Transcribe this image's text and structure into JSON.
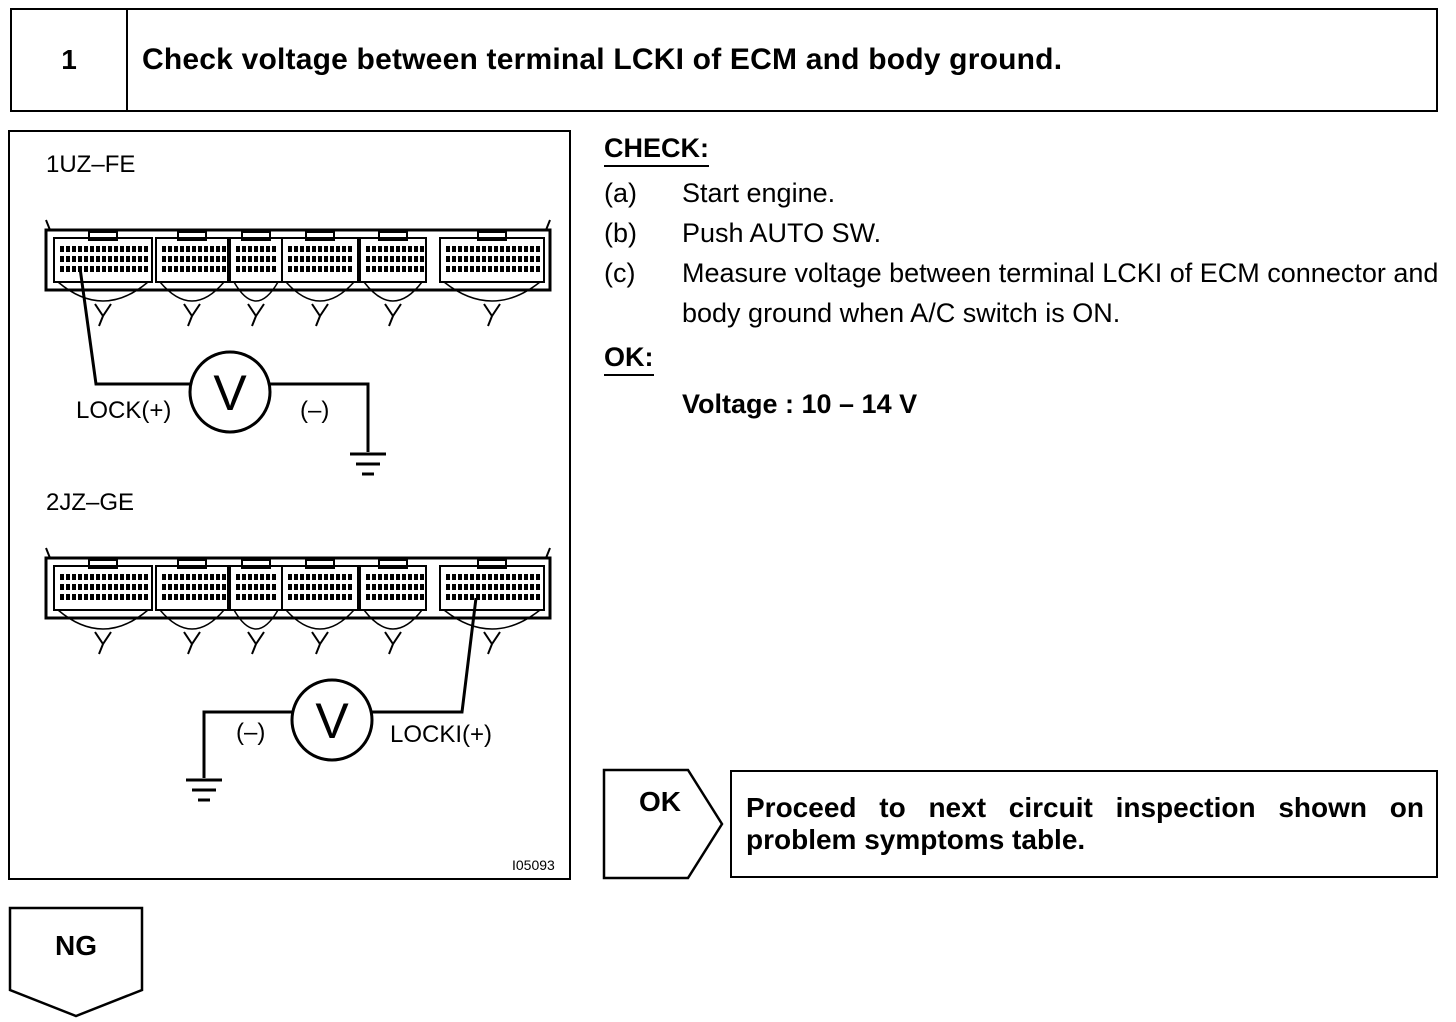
{
  "step": {
    "number": "1",
    "title": "Check voltage between terminal LCKI of ECM and body ground."
  },
  "diagram": {
    "engine1_label": "1UZ–FE",
    "engine2_label": "2JZ–GE",
    "meter_symbol": "V",
    "lock_plus_label": "LOCK(+)",
    "minus_label_1": "(–)",
    "minus_label_2": "(–)",
    "locki_plus_label": "LOCKI(+)",
    "figure_id": "I05093"
  },
  "check": {
    "heading": "CHECK:",
    "items": [
      {
        "letter": "(a)",
        "text": "Start engine."
      },
      {
        "letter": "(b)",
        "text": "Push AUTO SW."
      },
      {
        "letter": "(c)",
        "text": "Measure voltage between terminal LCKI of ECM connector and body ground when A/C switch is ON."
      }
    ],
    "ok_heading": "OK:",
    "ok_value": "Voltage : 10 – 14 V"
  },
  "result_ok": {
    "label": "OK",
    "text": "Proceed to next circuit inspection shown on problem symptoms table."
  },
  "result_ng": {
    "label": "NG"
  }
}
